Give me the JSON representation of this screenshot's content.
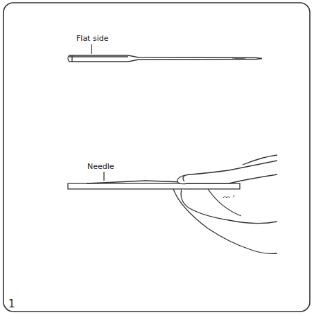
{
  "diagram": {
    "labels": [
      "Flat side",
      "Needle",
      "1"
    ]
  }
}
